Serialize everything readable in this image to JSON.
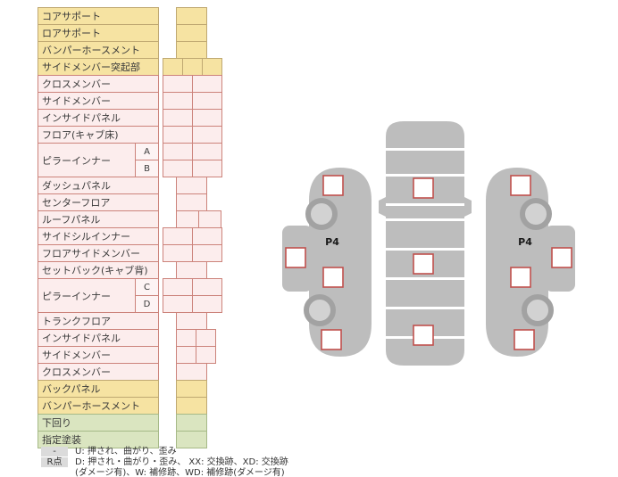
{
  "panel": {
    "rows": [
      {
        "label": "コアサポート",
        "type": "yellow",
        "cells": [
          {
            "x": 15,
            "w": 34
          }
        ]
      },
      {
        "label": "ロアサポート",
        "type": "yellow",
        "cells": [
          {
            "x": 15,
            "w": 34
          }
        ]
      },
      {
        "label": "バンパーホースメント",
        "type": "yellow",
        "cells": [
          {
            "x": 15,
            "w": 34
          }
        ]
      },
      {
        "label": "サイドメンバー突起部",
        "type": "yellow",
        "cells": [
          {
            "x": 0,
            "w": 22
          },
          {
            "x": 22,
            "w": 22
          },
          {
            "x": 44,
            "w": 22
          }
        ]
      },
      {
        "label": "クロスメンバー",
        "type": "pink",
        "cells": [
          {
            "x": 0,
            "w": 33
          },
          {
            "x": 33,
            "w": 33
          }
        ]
      },
      {
        "label": "サイドメンバー",
        "type": "pink",
        "cells": [
          {
            "x": 0,
            "w": 33
          },
          {
            "x": 33,
            "w": 33
          }
        ]
      },
      {
        "label": "インサイドパネル",
        "type": "pink",
        "cells": [
          {
            "x": 0,
            "w": 33
          },
          {
            "x": 33,
            "w": 33
          }
        ]
      },
      {
        "label": "フロア(キャブ床)",
        "type": "pink",
        "cells": [
          {
            "x": 0,
            "w": 33
          },
          {
            "x": 33,
            "w": 33
          }
        ]
      },
      {
        "label": "ピラーインナー",
        "type": "pink",
        "subs": [
          "A",
          "B"
        ],
        "subCells": [
          [
            {
              "x": 0,
              "w": 33
            },
            {
              "x": 33,
              "w": 33
            }
          ],
          [
            {
              "x": 0,
              "w": 33
            },
            {
              "x": 33,
              "w": 33
            }
          ]
        ]
      },
      {
        "label": "ダッシュパネル",
        "type": "pink",
        "cells": [
          {
            "x": 15,
            "w": 34
          }
        ]
      },
      {
        "label": "センターフロア",
        "type": "pink",
        "cells": [
          {
            "x": 15,
            "w": 34
          }
        ]
      },
      {
        "label": "ルーフパネル",
        "type": "pink",
        "cells": [
          {
            "x": 15,
            "w": 25
          },
          {
            "x": 40,
            "w": 25
          }
        ]
      },
      {
        "label": "サイドシルインナー",
        "type": "pink",
        "cells": [
          {
            "x": 0,
            "w": 33
          },
          {
            "x": 33,
            "w": 33
          }
        ]
      },
      {
        "label": "フロアサイドメンバー",
        "type": "pink",
        "cells": [
          {
            "x": 0,
            "w": 33
          },
          {
            "x": 33,
            "w": 33
          }
        ]
      },
      {
        "label": "セットバック(キャブ背)",
        "type": "pink",
        "cells": [
          {
            "x": 15,
            "w": 34
          }
        ]
      },
      {
        "label": "ピラーインナー",
        "type": "pink",
        "subs": [
          "C",
          "D"
        ],
        "subCells": [
          [
            {
              "x": 0,
              "w": 33
            },
            {
              "x": 33,
              "w": 33
            }
          ],
          [
            {
              "x": 0,
              "w": 33
            },
            {
              "x": 33,
              "w": 33
            }
          ]
        ]
      },
      {
        "label": "トランクフロア",
        "type": "pink",
        "cells": [
          {
            "x": 15,
            "w": 34
          }
        ]
      },
      {
        "label": "インサイドパネル",
        "type": "pink",
        "cells": [
          {
            "x": 15,
            "w": 22
          },
          {
            "x": 37,
            "w": 22
          }
        ]
      },
      {
        "label": "サイドメンバー",
        "type": "pink",
        "cells": [
          {
            "x": 15,
            "w": 22
          },
          {
            "x": 37,
            "w": 22
          }
        ]
      },
      {
        "label": "クロスメンバー",
        "type": "pink",
        "cells": [
          {
            "x": 15,
            "w": 34
          }
        ]
      },
      {
        "label": "バックパネル",
        "type": "yellow",
        "cells": [
          {
            "x": 15,
            "w": 34
          }
        ]
      },
      {
        "label": "バンパーホースメント",
        "type": "yellow",
        "cells": [
          {
            "x": 15,
            "w": 34
          }
        ]
      },
      {
        "label": "下回り",
        "type": "green",
        "cells": [
          {
            "x": 15,
            "w": 34
          }
        ]
      },
      {
        "label": "指定塗装",
        "type": "green",
        "cells": [
          {
            "x": 15,
            "w": 34
          }
        ]
      }
    ]
  },
  "legend": {
    "items": [
      {
        "symbol": "-",
        "lines": [
          "U: 押され、曲がり、歪み"
        ]
      },
      {
        "symbol": "R点",
        "lines": [
          "D: 押され・曲がり・歪み、 XX: 交換跡、XD: 交換跡",
          "(ダメージ有)、W: 補修跡、WD: 補修跡(ダメージ有)"
        ]
      }
    ]
  },
  "diagram": {
    "left_label": "P4",
    "right_label": "P4"
  }
}
